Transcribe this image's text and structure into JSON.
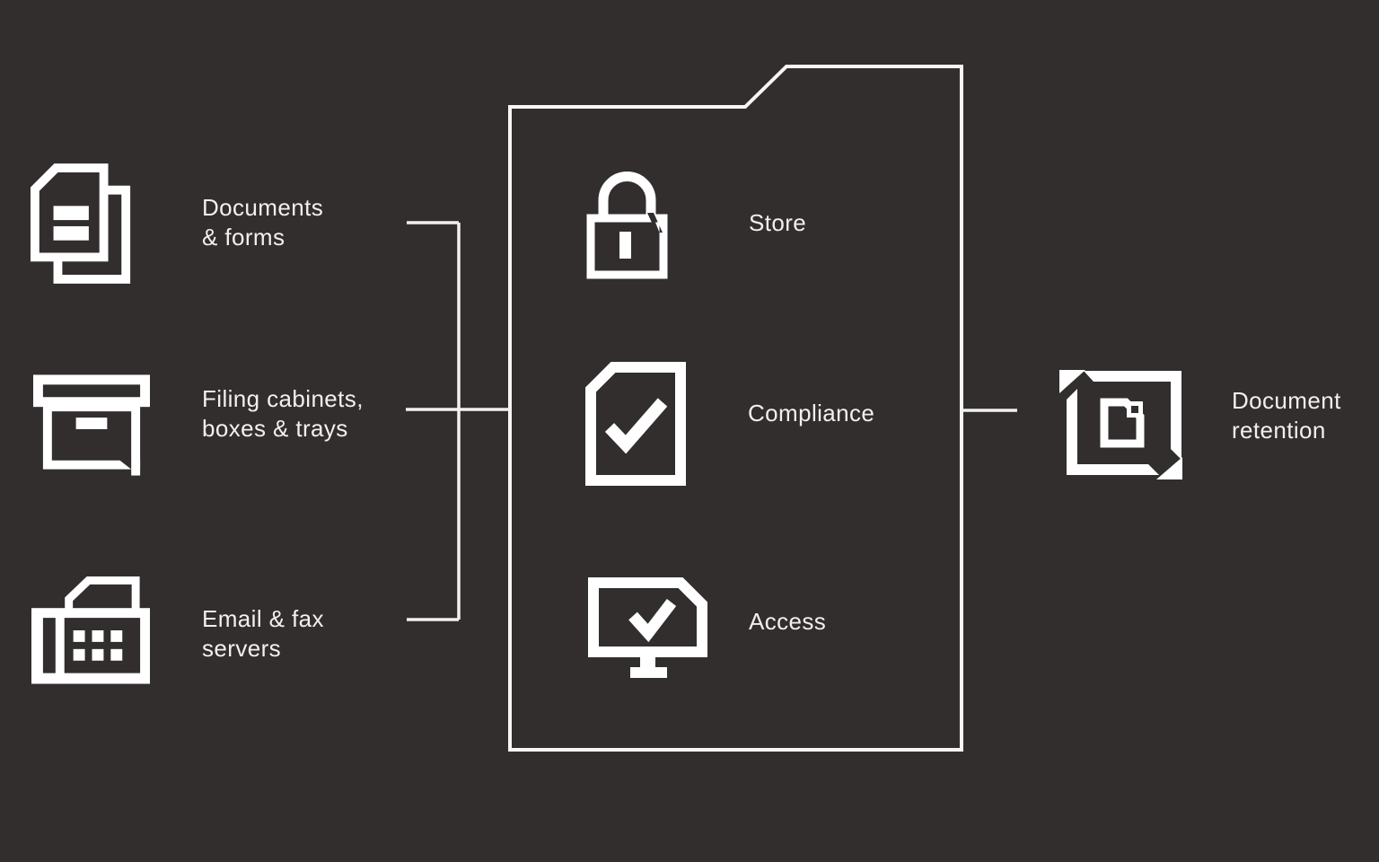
{
  "colors": {
    "background": "#322e2e",
    "icon_white": "#ffffff",
    "text_white": "#f2f0ee",
    "line_white": "#f2f1ef"
  },
  "sources": [
    {
      "id": "documents-forms",
      "icon": "documents-icon",
      "label1": "Documents",
      "label2": "& forms"
    },
    {
      "id": "filing-cabinets",
      "icon": "storage-box-icon",
      "label1": "Filing cabinets,",
      "label2": "boxes & trays"
    },
    {
      "id": "email-fax",
      "icon": "fax-machine-icon",
      "label1": "Email & fax",
      "label2": "servers"
    }
  ],
  "process": {
    "container_icon": "folder-outline",
    "items": [
      {
        "id": "store",
        "icon": "padlock-icon",
        "label": "Store"
      },
      {
        "id": "compliance",
        "icon": "checked-document-icon",
        "label": "Compliance"
      },
      {
        "id": "access",
        "icon": "monitor-check-icon",
        "label": "Access"
      }
    ]
  },
  "result": {
    "id": "document-retention",
    "icon": "document-retention-icon",
    "label1": "Document",
    "label2": "retention"
  }
}
